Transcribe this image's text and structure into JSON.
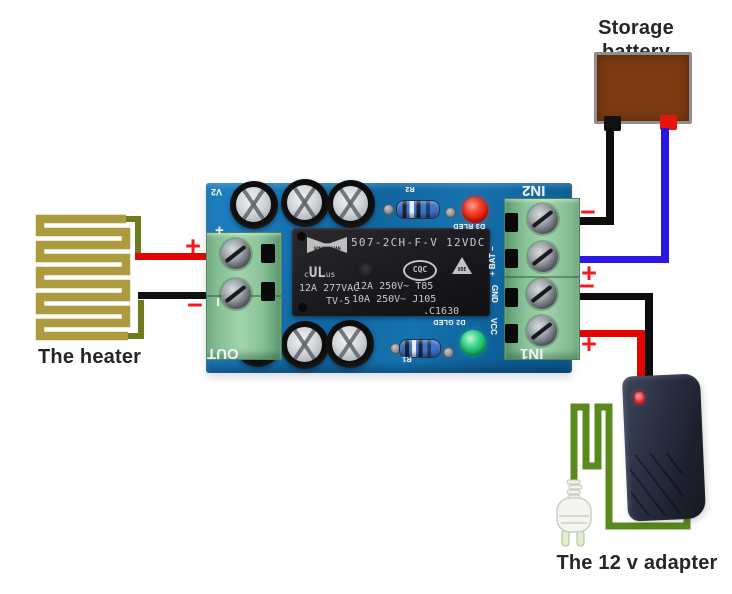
{
  "labels": {
    "heater": "The heater",
    "battery": "Storage battery",
    "adapter": "The 12 v adapter"
  },
  "polarity": {
    "heater_plus": "+",
    "heater_minus": "−",
    "bat_minus": "−",
    "bat_plus": "+",
    "adapter_minus": "−",
    "adapter_plus": "+"
  },
  "board": {
    "silk": {
      "v2": "V2",
      "plus": "+",
      "out": "OUT",
      "in2": "IN2",
      "in1": "IN1",
      "bat": "+ BAT −",
      "gnd": "GND",
      "vcc": "VCC",
      "r2": "R2",
      "r1": "R1",
      "rled": "D3 RLED",
      "gled": "D2 GLED"
    },
    "relay": {
      "brand": "SONG CHUAN",
      "model": "507-2CH-F-V 12VDC",
      "ul_prefix": "c",
      "ul": "UL",
      "ul_suffix": "us",
      "line1": "12A 277VAC",
      "line2": "TV-5",
      "cqc": "CQC",
      "vde": "VDE",
      "line3": "12A 250V~ T85",
      "line4": "10A 250V~ J105",
      "line5": ".C1630"
    }
  },
  "colors": {
    "board_blue": "#1371ae",
    "terminal_green": "#8cc79a",
    "wire_red": "#e10600",
    "wire_black": "#101010",
    "wire_blue": "#2c17e2",
    "cable_green": "#5a8a1d",
    "battery_brown": "#7b3a10",
    "heater_gold": "#ac9b3f",
    "led_red": "#e8261e",
    "led_green": "#22c06e",
    "polarity_red": "#ee1b20"
  }
}
